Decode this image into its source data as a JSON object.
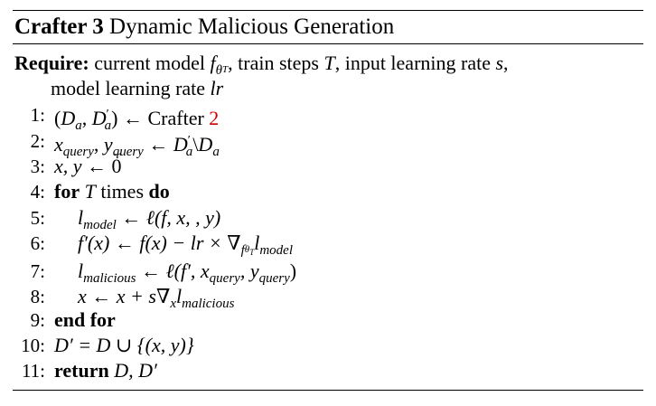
{
  "algorithm": {
    "label": "Crafter 3",
    "title": "Dynamic Malicious Generation",
    "require_keyword": "Require:",
    "require_text_1": "current model",
    "require_sym_f": "f",
    "require_sym_theta": "θ",
    "require_sym_T_sub": "T",
    "require_text_2": ", train steps",
    "require_sym_T": "T",
    "require_text_3": ", input learning rate",
    "require_sym_s": "s",
    "require_text_4": ",",
    "require_text_5": "model learning rate",
    "require_sym_lr": "lr",
    "lines": [
      {
        "num": "1:"
      },
      {
        "num": "2:"
      },
      {
        "num": "3:"
      },
      {
        "num": "4:",
        "kw_for": "for",
        "sym": "T",
        "text": "times",
        "kw_do": "do"
      },
      {
        "num": "5:"
      },
      {
        "num": "6:"
      },
      {
        "num": "7:"
      },
      {
        "num": "8:"
      },
      {
        "num": "9:",
        "kw": "end for"
      },
      {
        "num": "10:"
      },
      {
        "num": "11:",
        "kw": "return"
      }
    ],
    "line1": {
      "open": "(",
      "D": "D",
      "a": "a",
      "comma": ",",
      "Dp": "D",
      "prime": "′",
      "a2": "a",
      "close": ")",
      "arrow": "←",
      "text": "Crafter",
      "ref": "2"
    },
    "line2": {
      "x": "x",
      "xsub": "query",
      "comma": ",",
      "y": "y",
      "ysub": "query",
      "arrow": "←",
      "D": "D",
      "prime": "′",
      "a": "a",
      "setminus": "\\",
      "D2": "D",
      "a2": "a"
    },
    "line3": {
      "lhs": "x, y",
      "arrow": "←",
      "zero": "0"
    },
    "line5": {
      "l": "l",
      "lsub": "model",
      "arrow": "←",
      "rhs": "ℓ(f, x, , y)"
    },
    "line6": {
      "lhs": "f′(x)",
      "arrow": "←",
      "rhs1": "f(x) − lr × ∇",
      "fsub": "f",
      "theta": "θ",
      "T": "T",
      "l": "l",
      "lsub": "model"
    },
    "line7": {
      "l": "l",
      "lsub": "malicious",
      "arrow": "←",
      "rhs1": "ℓ(f′, x",
      "xsub": "query",
      "comma": ", y",
      "ysub": "query",
      "close": ")"
    },
    "line8": {
      "lhs": "x",
      "arrow": "←",
      "rhs1": "x + s∇",
      "xsub": "x",
      "l": "l",
      "lsub": "malicious"
    },
    "line10": {
      "text": "D′ = D ∪ {(x, y)}"
    },
    "line11": {
      "text": "D, D′"
    }
  }
}
